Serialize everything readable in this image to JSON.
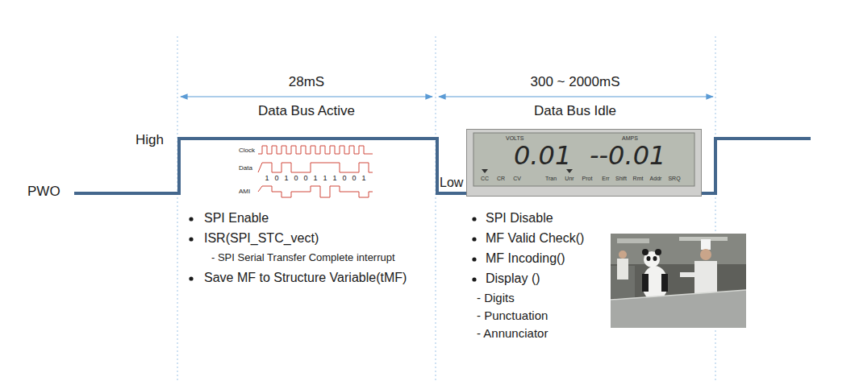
{
  "diagram": {
    "nodes": [
      {
        "text": [
          "VOLTS",
          "AMPS",
          "0.01",
          "--0.01",
          "CC",
          "CR",
          "CV",
          "Tran",
          "Unr",
          "Prot",
          "Err",
          "Shift",
          "Rmt",
          "Addr",
          "SRQ"
        ]
      }
    ],
    "labels": [
      "28mS",
      "Data Bus Active",
      "300 ~ 2000mS",
      "Data Bus Idle",
      "High",
      "PWO",
      "Low",
      "Clock",
      "Data",
      "AMI",
      "1",
      "0",
      "1",
      "0",
      "0",
      "1",
      "1",
      "1",
      "0",
      "0",
      "1",
      "SPI Enable",
      "ISR(SPI_STC_vect)",
      "- SPI Serial Transfer Complete interrupt",
      "Save MF to Structure Variable(tMF)",
      "SPI Disable",
      "MF Valid Check()",
      "MF Incoding()",
      "Display ()",
      "- Digits",
      "- Punctuation",
      "- Annunciator"
    ]
  }
}
